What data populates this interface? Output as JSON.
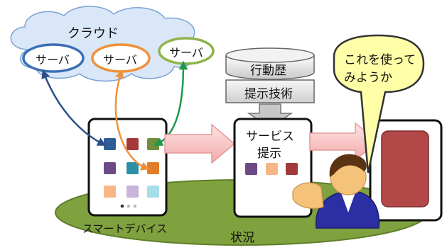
{
  "cloud": {
    "label": "クラウド"
  },
  "servers": [
    {
      "label": "サーバ",
      "color": "#3b6fb6"
    },
    {
      "label": "サーバ",
      "color": "#f0913a"
    },
    {
      "label": "サーバ",
      "color": "#8fb34a"
    }
  ],
  "stack": {
    "action_history": "行動歴",
    "presentation_tech": "提示技術"
  },
  "service": {
    "line1": "サービス",
    "line2": "提示"
  },
  "speech": {
    "line1": "これを使って",
    "line2": "みようか"
  },
  "device_label": "スマートデバイス",
  "context_label": "状況",
  "colors": {
    "cloud": "#d9e7f8",
    "cloud_stroke": "#7ba3d4",
    "ground": "#7fa13e",
    "arrow_pink": "#f4b7b7",
    "bubble": "#ffffa8",
    "screen_red": "#b34848"
  }
}
